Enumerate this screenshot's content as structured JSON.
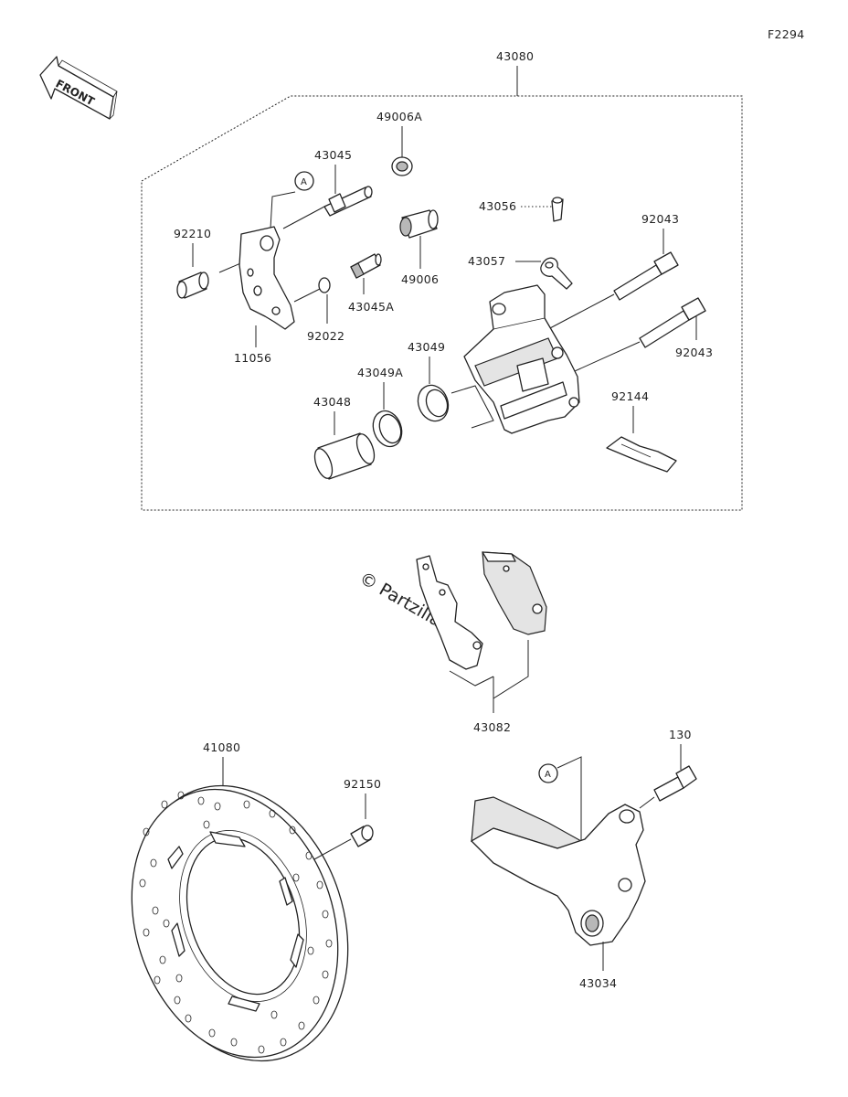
{
  "diagram_id": "F2294",
  "front_label": "FRONT",
  "callout_ref": "A",
  "watermark": "© Partzilla.com",
  "parts": {
    "p43080": "43080",
    "p49006A": "49006A",
    "p43045": "43045",
    "p92210": "92210",
    "p43045A": "43045A",
    "p49006": "49006",
    "p43056": "43056",
    "p43057": "43057",
    "p92043a": "92043",
    "p92043b": "92043",
    "p92022": "92022",
    "p11056": "11056",
    "p43049": "43049",
    "p43049A": "43049A",
    "p43048": "43048",
    "p92144": "92144",
    "p43082": "43082",
    "p41080": "41080",
    "p92150": "92150",
    "p130": "130",
    "p43034": "43034"
  }
}
